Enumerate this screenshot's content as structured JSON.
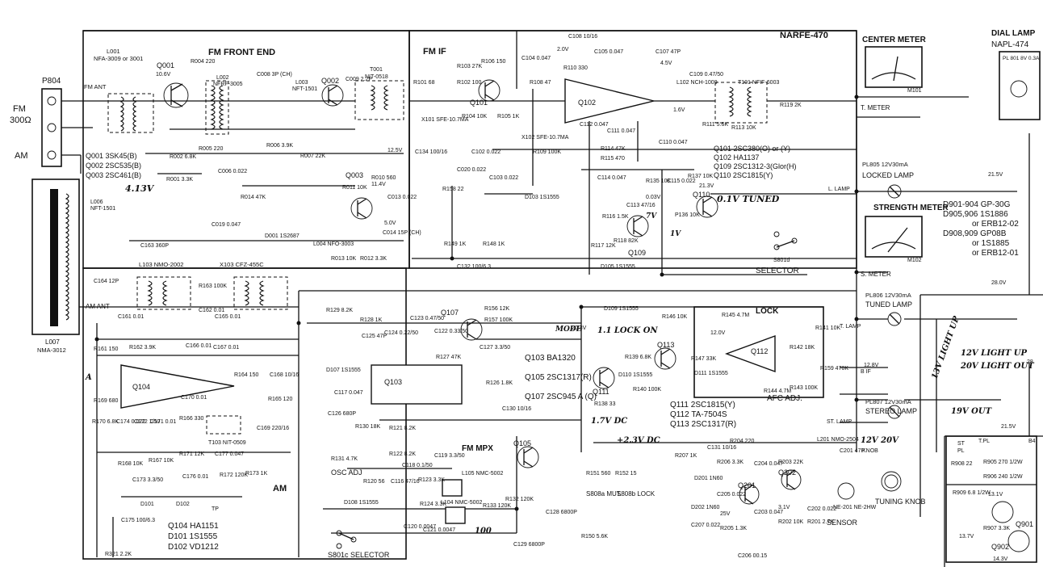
{
  "model": "NARFE-470",
  "sections": {
    "fm_front_end": "FM FRONT END",
    "fm_if": "FM IF",
    "fm_mpx": "FM MPX",
    "lock": "LOCK",
    "am": "AM",
    "center_meter": "CENTER METER",
    "dial_lamp": "DIAL LAMP",
    "dial_lamp_part": "NAPL-474",
    "strength_meter": "STRENGTH METER"
  },
  "antenna": {
    "p804": "P804",
    "fm_label": "FM",
    "fm_ohm": "300Ω",
    "am_label": "AM",
    "fm_ant": "FM ANT",
    "am_ant": "AM ANT",
    "l007": "L007",
    "l007_part": "NMA-3012"
  },
  "transistor_list_front": [
    "Q001 3SK45(B)",
    "Q002 2SC535(B)",
    "Q003 2SC461(B)"
  ],
  "transistor_list_if": [
    "Q101 2SC380(O) or (Y)",
    "Q102 HA1137",
    "Q109 2SC1312-3(Glor(H)",
    "Q110 2SC1815(Y)"
  ],
  "transistor_list_lock": [
    "Q111 2SC1815(Y)",
    "Q112 TA-7504S",
    "Q113 2SC1317(R)"
  ],
  "transistor_list_mpx": [
    "Q103 BA1320",
    "Q105 2SC1317(R)",
    "Q107 2SC945 A (Q)"
  ],
  "am_parts": [
    "Q104 HA1151",
    "D101 1S1555",
    "D102 VD1212"
  ],
  "diode_list": [
    "D901-904 GP-30G",
    "D905,906 1S1886",
    "or ERB12-02",
    "D908,909 GP08B",
    "or 1S1885",
    "or ERB12-01"
  ],
  "components": {
    "l001": "L001",
    "l001_part": "NFA-3009 or 3001",
    "q001": "Q001",
    "q001_v": "10.6V",
    "r004": "R004 220",
    "l002": "L002",
    "l002_part": "NFRF-3005",
    "c008": "C008 3P (CH)",
    "l003": "L003",
    "l003_part": "NFT-1501",
    "q002": "Q002",
    "c009": "C009 2.2P",
    "t001": "T001",
    "t001_part": "NIT-0518",
    "r002": "R002 6.8K",
    "r001": "R001 3.3K",
    "c006": "C006 0.022",
    "r006": "R006 3.9K",
    "r007": "R007 22K",
    "r005": "R005 220",
    "r010": "R010 560",
    "r011": "R011 10K",
    "c013": "C013 0.022",
    "c014": "C014 15P (CH)",
    "q003": "Q003",
    "l006": "L006",
    "l006_part": "NFT-1501",
    "d001": "D001 1S2687",
    "l004": "L004 NFO-3003",
    "r013": "R013 10K",
    "r012": "R012 3.3K",
    "c019": "C019 0.047",
    "c163": "C163 360P",
    "r014": "R014 47K",
    "x103": "X103 CFZ-455C",
    "l103": "L103 NMO-2002",
    "v_12_5": "12.5V",
    "v_11_4": "11.4V",
    "v_5_0": "5.0V",
    "v_4_13": "4.13V",
    "r101": "R101 68",
    "x101": "X101 SFE-10.7MA",
    "r102": "R102 100",
    "r103": "R103 27K",
    "r106": "R106 150",
    "q101": "Q101",
    "r104": "R104 10K",
    "r105": "R105 1K",
    "c108": "C108 10/16",
    "v_2_0": "2.0V",
    "c104": "C104 0.047",
    "r108": "R108 47",
    "x102": "X102 SFE-10.7MA",
    "r110": "R110 330",
    "c105": "C105 0.047",
    "c107": "C107 47P",
    "v_4_5": "4.5V",
    "q102": "Q102",
    "l102": "L102 NCH-1009",
    "c109": "C109 0.47/50",
    "t101": "T101 NFIF-6003",
    "r113": "R113 10K",
    "r119": "R119 2K",
    "r111": "R111 5.6K",
    "v_1_6": "1.6V",
    "c112": "C112 0.047",
    "c111": "C111 0.047",
    "c110": "C110 0.047",
    "c134": "C134 100/16",
    "c102": "C102 0.022",
    "r109": "R109 100K",
    "c020": "C020 0.022",
    "r158": "R158 22",
    "c103": "C103 0.022",
    "r114": "R114 47K",
    "r115": "R115 470",
    "d103": "D103 1S1555",
    "c114": "C114 0.047",
    "r135": "R135 10K",
    "r137": "R137 10K",
    "c115": "C115 0.022",
    "v_0_03": "0.03V",
    "v_21_3": "21.3V",
    "q110": "Q110",
    "p136": "P136 10K",
    "r116": "R116 1.5K",
    "c113": "C113 47/16",
    "r118": "R118 82K",
    "r117": "R117 12K",
    "q109": "Q109",
    "d105": "D105 1S1555",
    "r149": "R149 1K",
    "r148": "R148 1K",
    "c132": "C132 100/6.3",
    "tuned_note": "0.1V TUNED",
    "v_7": "7V",
    "v_1": "1V",
    "c164": "C164 12P",
    "r163": "R163 100K",
    "c162": "C162 0.01",
    "c165": "C165 0.01",
    "c161": "C161 0.01",
    "r161": "R161 150",
    "r162": "R162 3.9K",
    "c166": "C166 0.01",
    "c167": "C167 0.01",
    "q104": "Q104",
    "r169": "R169 680",
    "r164": "R164 150",
    "c168": "C168 10/16",
    "r165": "R165 120",
    "c169": "C169 220/16",
    "c170": "C170 0.01",
    "t103": "T103 NIT-0509",
    "r170": "R170 6.8K",
    "c174": "C174 0.022",
    "c172": "C172 1/50",
    "c171": "C171 0.01",
    "r166": "R166 330",
    "r171": "R171 12K",
    "c177": "C177 0.047",
    "r168": "R168 10K",
    "r167": "R167 10K",
    "c173": "C173 3.3/50",
    "c176": "C176 0.01",
    "r172": "R172 120K",
    "r173": "R173 1K",
    "tp": "TP",
    "d101": "D101",
    "d102": "D102",
    "c175": "C175 100/6.3",
    "r321": "R321 2.2K",
    "r129": "R129 8.2K",
    "r128": "R128 1K",
    "c125": "C125 47P",
    "c124": "C124 0.22/50",
    "c123": "C123 0.47/50",
    "c122": "C122 0.33/50",
    "q107": "Q107",
    "r156": "R156 12K",
    "r157": "R157 100K",
    "c127": "C127 3.3/50",
    "d107": "D107 1S1555",
    "c117": "C117 0.047",
    "q103": "Q103",
    "r127": "R127 47K",
    "r126": "R126 1.8K",
    "c126": "C126 680P",
    "r130": "R130 18K",
    "r121": "R121 8.2K",
    "c130": "C130 10/16",
    "r131": "R131 4.7K",
    "osc_adj": "OSC ADJ",
    "r122": "R122 8.2K",
    "c118": "C118 0.1/50",
    "c119": "C119 3.3/50",
    "r123": "R123 3.3K",
    "c116": "C116 47/16",
    "r120": "R120 56",
    "d108": "D108 1S1555",
    "l105": "L105 NMC-5002",
    "l104": "L104 NMC-5002",
    "r124": "R124 3.3K",
    "c121": "C121 0.0047",
    "c120": "C120 0.0047",
    "r133": "R133 120K",
    "r132": "R132 120K",
    "c129": "C129 6800P",
    "c128": "C128 6800P",
    "q105": "Q105",
    "r151": "R151 560",
    "r152": "R152 15",
    "s808a": "S808a MUT.",
    "s808b": "S808b LOCK",
    "r150": "R150 5.6K",
    "s801c": "S801c SELECTOR",
    "mode_note": "MODE",
    "v_20_3": "20.3V",
    "lock_on_note": "1.1 LOCK ON",
    "d109": "D109 1S1555",
    "r146": "R146 10K",
    "r145": "R145 4.7M",
    "v_12_0": "12.0V",
    "q112": "Q112",
    "q113": "Q113",
    "r139": "R139 6.8K",
    "r147": "R147 33K",
    "d111": "D111 1S1555",
    "r142": "R142 18K",
    "r141": "R141 10K",
    "r159": "R159 470K",
    "q111": "Q111",
    "d110": "D110 1S1555",
    "r138": "R138 33",
    "r140": "R140 100K",
    "r144": "R144 4.7M",
    "r143": "R143 100K",
    "afc_adj": "AFC ADJ.",
    "v_1_7": "1.7V DC",
    "v_2_3": "+2.3V DC",
    "r204": "R204 220",
    "c131": "C131 10/16",
    "r207": "R207 1K",
    "r206": "R206 3.3K",
    "c204": "C204 0.047",
    "r203": "R203 22K",
    "l201": "L201 NMO-2504",
    "c201": "C201 47P",
    "d201": "D201 1N60",
    "c205": "C205 0.022",
    "q201": "Q201",
    "q202": "Q202",
    "d202": "D202 1N60",
    "c207": "C207 0.022",
    "v_25": "25V",
    "r205": "R205 1.3K",
    "c203": "C203 0.047",
    "v_3_1": "3.1V",
    "c202": "C202 0.022",
    "r202": "R202 10K",
    "r201": "R201 2.7K",
    "ne201": "NE-201 NE-2HW",
    "sensor": "SENSOR",
    "c206": "C206 00.15",
    "m101": "M101",
    "t_meter": "T. METER",
    "pl801": "PL 801 8V 0.3A",
    "pl805": "PL805 12V30mA",
    "locked_lamp": "LOCKED LAMP",
    "l_lamp": "L. LAMP",
    "v_21_5": "21.5V",
    "s_meter": "S. METER",
    "m102": "M102",
    "selector": "SELECTOR",
    "s801d": "S801d",
    "pl806": "PL806 12V30mA",
    "tuned_lamp": "TUNED LAMP",
    "t_lamp": "T. LAMP",
    "v_28_0": "28.0V",
    "v_12_8": "12.8V",
    "b_if": "B IF",
    "pl807": "PL807 12V30mA",
    "stereo_lamp": "STEREO LAMP",
    "st_lamp": "ST. LAMP",
    "knob": "KNOB",
    "tuning_knob": "TUNING KNOB",
    "v_21_5b": "21.5V",
    "st": "ST",
    "pl": "PL",
    "tpl": "T.PL",
    "r908": "R908 22",
    "r905": "R905 270 1/2W",
    "r906": "R906 240 1/2W",
    "r909": "R909 6.8 1/2W",
    "v_13_1": "13.1V",
    "v_13_7": "13.7V",
    "r907": "R907 3.3K",
    "q901": "Q901",
    "q902": "Q902",
    "v_14_3": "14.3V",
    "b4": "B4",
    "v_28": "28",
    "note_12v_light_up": "12V LIGHT UP",
    "note_20v_light_out": "20V LIGHT OUT",
    "note_13v_light_up": "13V LIGHT UP",
    "note_19v": "19V OUT",
    "note_12v_20v": "12V 20V",
    "note_100": "100",
    "note_am": "A"
  }
}
